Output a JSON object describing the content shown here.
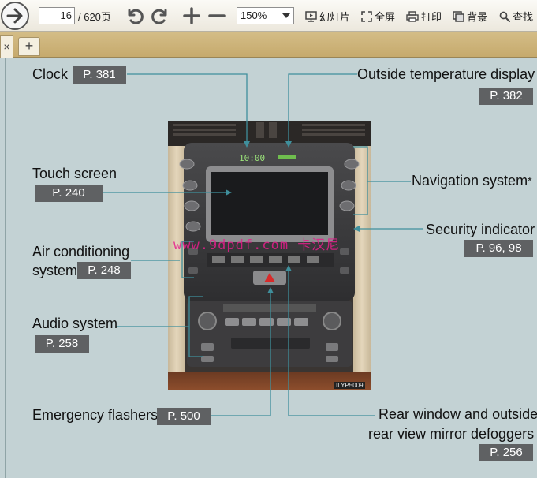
{
  "toolbar": {
    "page_current": "16",
    "page_total": "/ 620页",
    "zoom": "150%",
    "slideshow": "幻灯片",
    "fullscreen": "全屏",
    "print": "打印",
    "background": "背景",
    "find": "查找"
  },
  "tabs": {
    "close_glyph": "×",
    "add_glyph": "+"
  },
  "page": {
    "clock": {
      "label": "Clock",
      "ref": "P. 381"
    },
    "outside_temp": {
      "label": "Outside temperature display",
      "ref": "P. 382"
    },
    "touch_screen": {
      "label": "Touch screen",
      "ref": "P. 240"
    },
    "navigation": {
      "label": "Navigation system",
      "star": "*"
    },
    "security": {
      "label": "Security indicator",
      "ref": "P. 96, 98"
    },
    "air_conditioning": {
      "label1": "Air conditioning",
      "label2": "system",
      "ref": "P. 248"
    },
    "audio": {
      "label": "Audio system",
      "ref": "P. 258"
    },
    "emergency": {
      "label": "Emergency flashers",
      "ref": "P. 500"
    },
    "rear_window": {
      "label1": "Rear window and outside",
      "label2": "rear view mirror defoggers",
      "ref": "P. 256"
    },
    "photo": {
      "clock_reading": "10:00",
      "watermark": "www.9dpdf.com 卡汉尼",
      "code": "ILYP5009"
    }
  },
  "colors": {
    "background": "#c3d2d4",
    "ref_box": "#5f6163",
    "leader_line": "#3f8f9c",
    "watermark": "#e61e8c"
  }
}
